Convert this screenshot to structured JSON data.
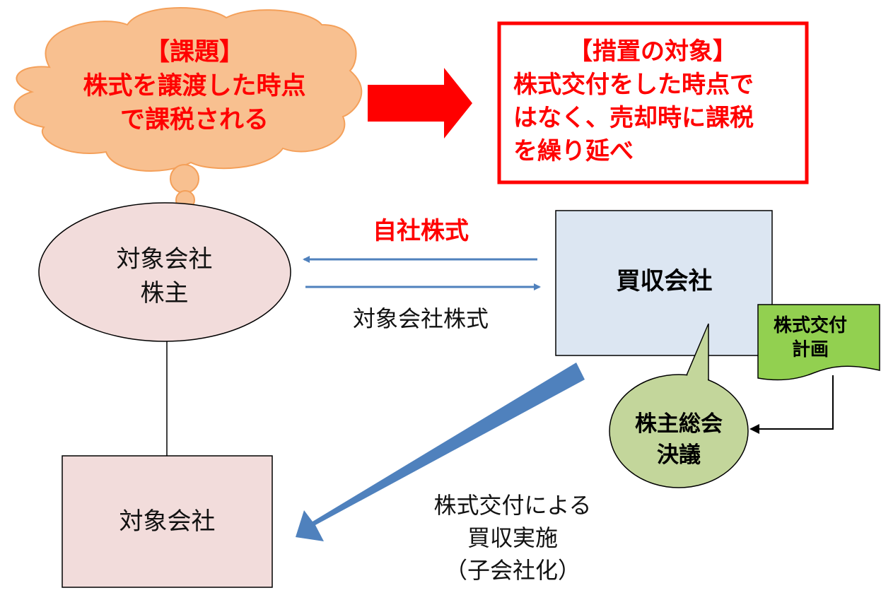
{
  "diagram": {
    "issue_bubble": {
      "lines": [
        "【課題】",
        "株式を譲渡した時点",
        "で課税される"
      ]
    },
    "measure_box": {
      "lines": [
        "【措置の対象】",
        "株式交付をした時点で",
        "はなく、売却時に課税",
        "を繰り延べ"
      ]
    },
    "target_shareholders": {
      "lines": [
        "対象会社",
        "株主"
      ]
    },
    "flow_labels": {
      "own_stock": "自社株式",
      "target_stock": "対象会社株式"
    },
    "acquiring_company": {
      "label": "買収会社"
    },
    "share_exchange_plan": {
      "lines": [
        "株式交付",
        "計画"
      ]
    },
    "shareholders_meeting": {
      "lines": [
        "株主総会",
        "決議"
      ]
    },
    "target_company": {
      "label": "対象会社"
    },
    "acquisition_label": {
      "lines": [
        "株式交付による",
        "買収実施",
        "（子会社化）"
      ]
    }
  },
  "colors": {
    "emphasis_red": "#ff0000",
    "cloud_fill": "#f8c090",
    "cloud_stroke": "#f4a05a",
    "pink_fill": "#f2dcdb",
    "blue_fill": "#dce6f2",
    "arrow_blue": "#4f81bd",
    "green_doc": "#92d050",
    "green_callout": "#c3d69b"
  }
}
